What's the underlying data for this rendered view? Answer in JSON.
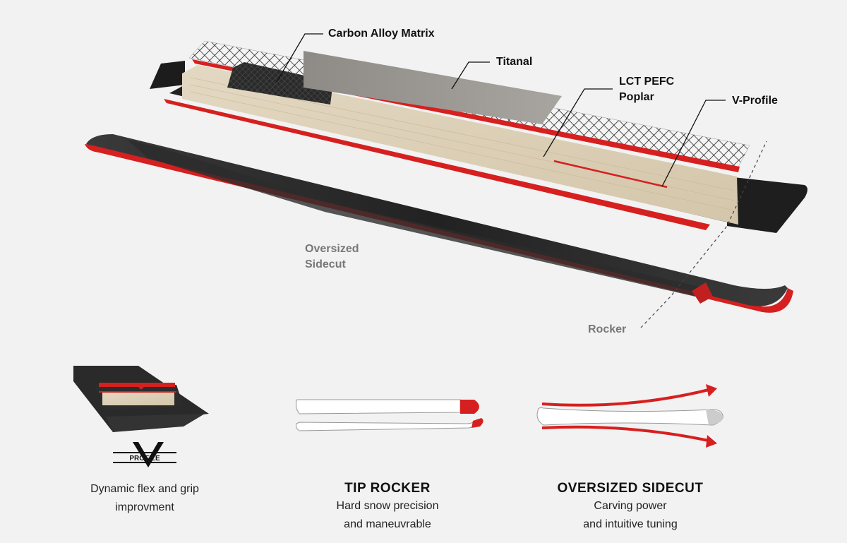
{
  "labels": {
    "carbon": "Carbon Alloy Matrix",
    "titanal": "Titanal",
    "lct_line1": "LCT PEFC",
    "lct_line2": "Poplar",
    "vprofile": "V-Profile",
    "oversized_line1": "Oversized",
    "oversized_line2": "Sidecut",
    "rocker": "Rocker"
  },
  "logo": {
    "text": "PROFILE"
  },
  "features": [
    {
      "title": "",
      "line1": "Dynamic flex and grip",
      "line2": "improvment"
    },
    {
      "title": "TIP ROCKER",
      "line1": "Hard snow precision",
      "line2": "and maneuvrable"
    },
    {
      "title": "OVERSIZED SIDECUT",
      "line1": "Carving power",
      "line2": "and intuitive tuning"
    }
  ],
  "colors": {
    "accent_red": "#d6201f",
    "dark": "#1a1a1a",
    "wood": "#d9ccb3",
    "label_grey": "#777777"
  }
}
